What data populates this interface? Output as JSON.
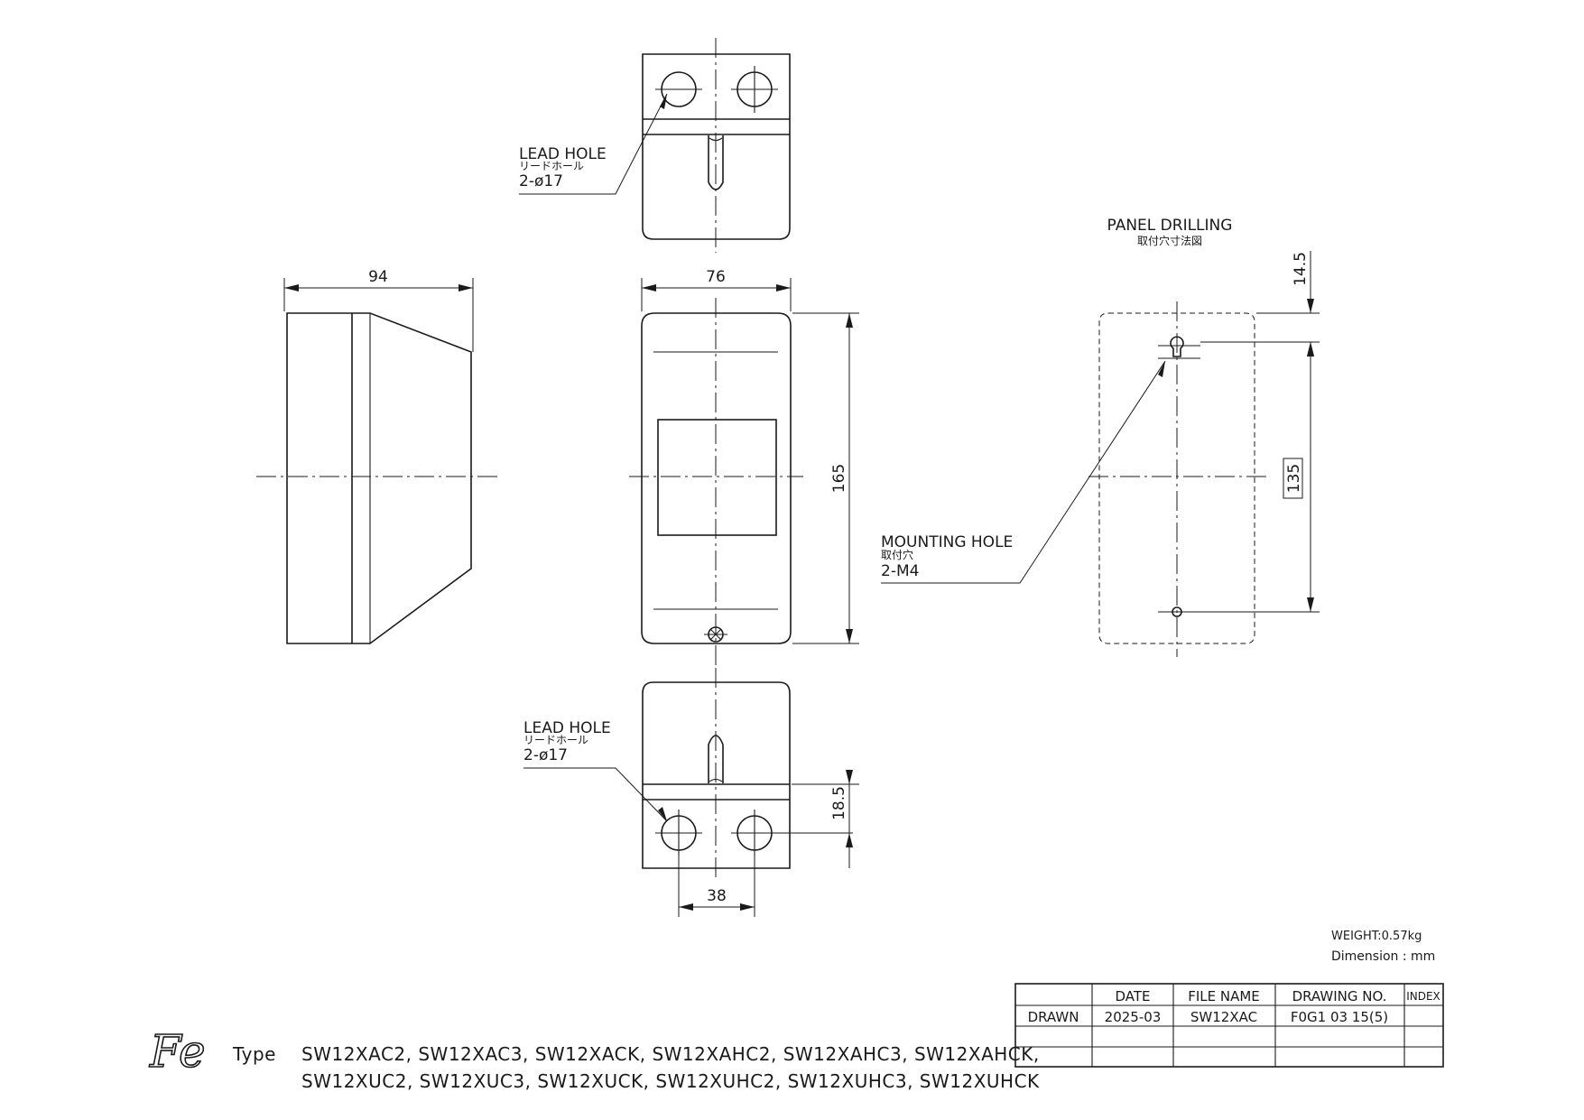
{
  "labels": {
    "lead_hole_top": {
      "en": "LEAD HOLE",
      "jp": "リードホール",
      "spec": "2-ø17"
    },
    "lead_hole_bottom": {
      "en": "LEAD HOLE",
      "jp": "リードホール",
      "spec": "2-ø17"
    },
    "panel_drilling": {
      "en": "PANEL DRILLING",
      "jp": "取付穴寸法図"
    },
    "mounting_hole": {
      "en": "MOUNTING HOLE",
      "jp": "取付穴",
      "spec": "2-M4"
    }
  },
  "dimensions": {
    "side_depth": "94",
    "front_width": "76",
    "front_height": "165",
    "bottom_hole_pitch": "38",
    "bottom_hole_offset": "18.5",
    "drill_top_offset": "14.5",
    "drill_pitch": "135"
  },
  "meta": {
    "weight": "WEIGHT:0.57kg",
    "dimension_unit": "Dimension : mm"
  },
  "title_block": {
    "headers": [
      "",
      "DATE",
      "FILE NAME",
      "DRAWING NO.",
      "INDEX"
    ],
    "rows": [
      [
        "DRAWN",
        "2025-03",
        "SW12XAC",
        "F0G1 03 15(5)",
        ""
      ],
      [
        "",
        "",
        "",
        "",
        ""
      ],
      [
        "",
        "",
        "",
        "",
        ""
      ]
    ]
  },
  "brand": {
    "logo_text": "Fe"
  },
  "type_info": {
    "label": "Type",
    "line1": "SW12XAC2, SW12XAC3, SW12XACK, SW12XAHC2, SW12XAHC3, SW12XAHCK,",
    "line2": "SW12XUC2, SW12XUC3, SW12XUCK, SW12XUHC2, SW12XUHC3, SW12XUHCK"
  }
}
